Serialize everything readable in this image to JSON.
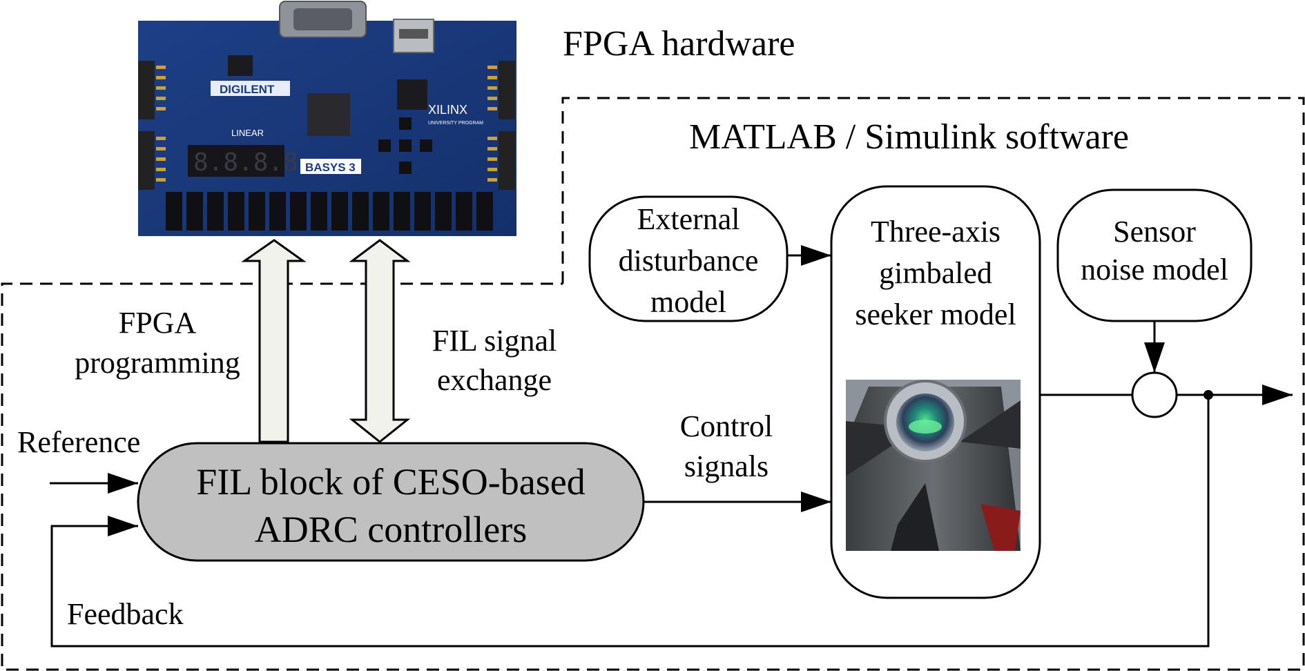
{
  "titles": {
    "fpga_hardware": "FPGA hardware",
    "matlab_software": "MATLAB / Simulink software"
  },
  "board": {
    "brand": "DIGILENT",
    "model": "BASYS 3",
    "vendor": "XILINX",
    "program": "UNIVERSITY PROGRAM",
    "display": "8.8.8.8.",
    "chip_maker": "LINEAR"
  },
  "labels": {
    "fpga_programming": [
      "FPGA",
      "programming"
    ],
    "fil_signal_exchange": [
      "FIL signal",
      "exchange"
    ],
    "reference": "Reference",
    "feedback": "Feedback",
    "control_signals": [
      "Control",
      "signals"
    ]
  },
  "blocks": {
    "fil_block": [
      "FIL block of CESO-based",
      "ADRC controllers"
    ],
    "external_disturbance": [
      "External",
      "disturbance",
      "model"
    ],
    "seeker_model": [
      "Three-axis",
      "gimbaled",
      "seeker model"
    ],
    "sensor_noise": [
      "Sensor",
      "noise model"
    ]
  }
}
